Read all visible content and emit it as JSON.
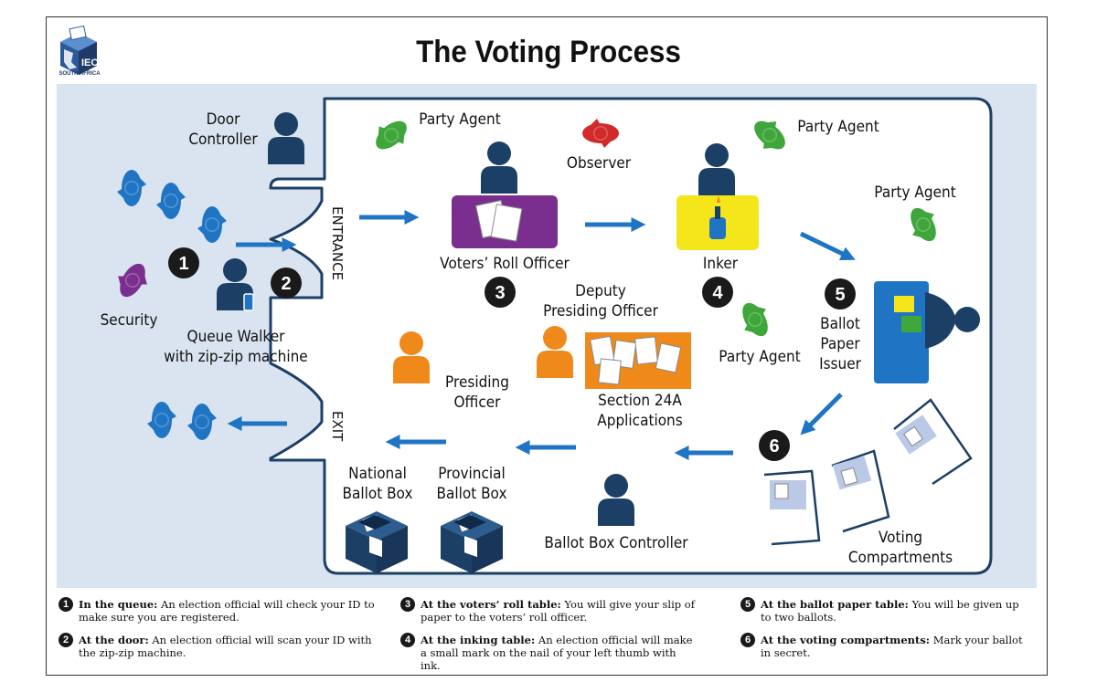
{
  "header": {
    "title": "The Voting Process",
    "logo_text": "IEC",
    "logo_sub": "SOUTH AFRICA"
  },
  "doors": {
    "entrance": "ENTRANCE",
    "exit": "EXIT"
  },
  "roles": {
    "door_controller": [
      "Door",
      "Controller"
    ],
    "security": "Security",
    "queue_walker": [
      "Queue Walker",
      "with zip-zip machine"
    ],
    "party_agent": "Party Agent",
    "observer": "Observer",
    "voters_roll_officer": "Voters’ Roll Officer",
    "inker": "Inker",
    "deputy_presiding_officer": [
      "Deputy",
      "Presiding Officer"
    ],
    "ballot_paper_issuer": [
      "Ballot",
      "Paper",
      "Issuer"
    ],
    "presiding_officer": [
      "Presiding",
      "Officer"
    ],
    "section_24a": [
      "Section 24A",
      "Applications"
    ],
    "national_ballot_box": [
      "National",
      "Ballot Box"
    ],
    "provincial_ballot_box": [
      "Provincial",
      "Ballot Box"
    ],
    "ballot_box_controller": "Ballot Box Controller",
    "voting_compartments": [
      "Voting",
      "Compartments"
    ]
  },
  "steps": [
    "1",
    "2",
    "3",
    "4",
    "5",
    "6"
  ],
  "legend": [
    {
      "num": "1",
      "title": "In the queue:",
      "text": "An election official will check your ID to make sure you are registered."
    },
    {
      "num": "2",
      "title": "At the door:",
      "text": "An election official will scan your ID with the zip-zip machine."
    },
    {
      "num": "3",
      "title": "At the voters’ roll table:",
      "text": "You will give your slip of paper to the voters’ roll officer."
    },
    {
      "num": "4",
      "title": "At the inking table:",
      "text": "An election official will make a small mark on the nail of your left thumb with ink."
    },
    {
      "num": "5",
      "title": "At the ballot paper table:",
      "text": "You will be given up to two ballots."
    },
    {
      "num": "6",
      "title": "At the voting compartments:",
      "text": "Mark your ballot in secret."
    }
  ],
  "colors": {
    "navy": "#1c3f66",
    "blue": "#1f74c4",
    "panel": "#d9e4f0",
    "purple": "#7a2f8f",
    "yellow": "#f4e61a",
    "orange": "#ef8a1a",
    "green": "#3ea63a",
    "red": "#d22a2a"
  }
}
